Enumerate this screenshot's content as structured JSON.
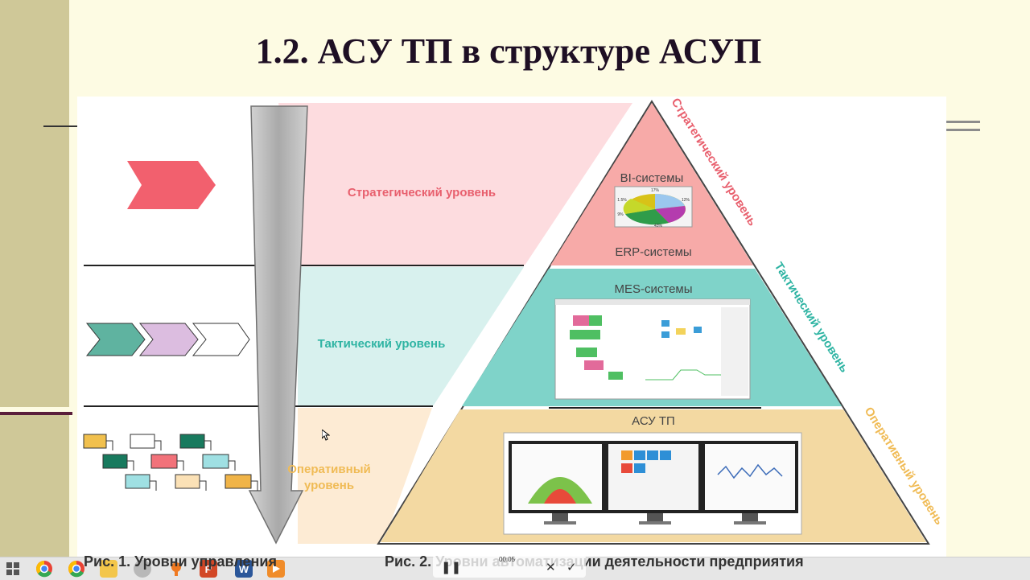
{
  "slide": {
    "title": "1.2. АСУ ТП в структуре АСУП"
  },
  "figure1": {
    "levels": [
      {
        "label": "Стратегический уровень",
        "color": "#e8606e"
      },
      {
        "label": "Тактический уровень",
        "color": "#2fb4a3"
      },
      {
        "label_line1": "Оперативный",
        "label_line2": "уровень",
        "color": "#f0bb55"
      }
    ],
    "caption": "Рис. 1. Уровни управления"
  },
  "figure2": {
    "top": {
      "system_top": "BI-системы",
      "system_bottom": "ERP-системы",
      "side_label": "Стратегический уровень"
    },
    "middle": {
      "system": "MES-системы",
      "side_label": "Тактический уровень"
    },
    "bottom": {
      "system": "АСУ ТП",
      "side_label": "Оперативный уровень"
    },
    "pie_labels": [
      "17%",
      "12%",
      "1.5%",
      "9%",
      "43%"
    ],
    "caption": "Рис. 2. Уровни автоматизации деятельности предприятия"
  },
  "player": {
    "time": "00:05",
    "pause_icon": "pause-icon",
    "close_icon": "close-icon",
    "check_icon": "check-icon"
  },
  "taskbar": {
    "icons": [
      "windows-start-icon",
      "chrome-icon",
      "chrome-alt-icon",
      "file-explorer-icon",
      "media-icon",
      "recorder-icon",
      "powerpoint-icon",
      "word-icon",
      "video-player-icon"
    ],
    "word_letter": "W",
    "powerpoint_letter": "P"
  }
}
